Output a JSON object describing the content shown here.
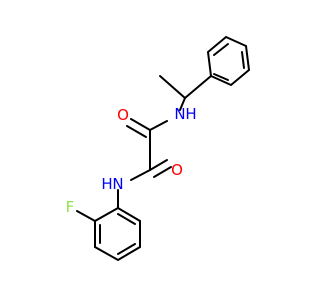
{
  "colors": {
    "background": "#ffffff",
    "bond": "#000000",
    "oxygen": "#ff0000",
    "nitrogen": "#0000ff",
    "fluorine": "#90e050"
  },
  "atoms": {
    "o_upper": "O",
    "nh_upper": "N",
    "h_upper": "H",
    "o_lower": "O",
    "nh_lower": "N",
    "h_lower": "H",
    "fluorine": "F"
  }
}
